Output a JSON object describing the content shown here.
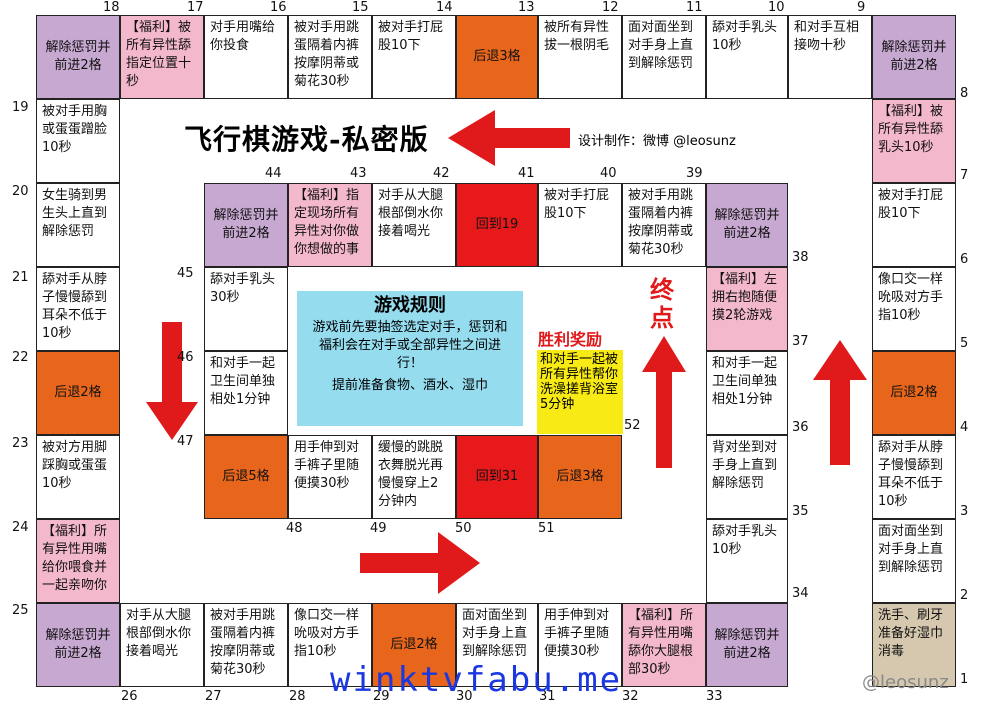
{
  "title": "飞行棋游戏-私密版",
  "designer": "设计制作：微博 @leosunz",
  "rules": {
    "title": "游戏规则",
    "body": "游戏前先要抽签选定对手，惩罚和福利会在对手或全部异性之间进行！",
    "foot": "提前准备食物、酒水、湿巾"
  },
  "victory": {
    "title": "胜利奖励",
    "text": "和对手一起被所有异性帮你洗澡搓背浴室5分钟"
  },
  "end_label": "终点",
  "watermark": "winktvfabu.me",
  "weibo": "@leosunz",
  "colors": {
    "punish": "#c6a8d0",
    "bonus": "#f4b8cc",
    "orange": "#e8661c",
    "red": "#e8191b",
    "rules": "#96dcef",
    "win": "#f8ea14",
    "arrow": "#e0191b"
  },
  "numbers": {
    "n1": "1",
    "n2": "2",
    "n3": "3",
    "n4": "4",
    "n5": "5",
    "n6": "6",
    "n7": "7",
    "n8": "8",
    "n9": "9",
    "n10": "10",
    "n11": "11",
    "n12": "12",
    "n13": "13",
    "n14": "14",
    "n15": "15",
    "n16": "16",
    "n17": "17",
    "n18": "18",
    "n19": "19",
    "n20": "20",
    "n21": "21",
    "n22": "22",
    "n23": "23",
    "n24": "24",
    "n25": "25",
    "n26": "26",
    "n27": "27",
    "n28": "28",
    "n29": "29",
    "n30": "30",
    "n31": "31",
    "n32": "32",
    "n33": "33",
    "n34": "34",
    "n35": "35",
    "n36": "36",
    "n37": "37",
    "n38": "38",
    "n39": "39",
    "n40": "40",
    "n41": "41",
    "n42": "42",
    "n43": "43",
    "n44": "44",
    "n45": "45",
    "n46": "46",
    "n47": "47",
    "n48": "48",
    "n49": "49",
    "n50": "50",
    "n51": "51",
    "n52": "52"
  },
  "cells": {
    "c1": "洗手、刷牙准备好湿巾消毒",
    "c2": "面对面坐到对手身上直到解除惩罚",
    "c3": "舔对手从脖子慢慢舔到耳朵不低于10秒",
    "c4": "后退2格",
    "c5": "像口交一样吮吸对方手指10秒",
    "c6": "被对手打屁股10下",
    "c7": "【福利】被所有异性舔乳头10秒",
    "c8": "解除惩罚并前进2格",
    "c9": "和对手互相接吻十秒",
    "c10": "舔对手乳头10秒",
    "c11": "面对面坐到对手身上直到解除惩罚",
    "c12": "被所有异性拔一根阴毛",
    "c13": "后退3格",
    "c14": "被对手打屁股10下",
    "c15": "被对手用跳蛋隔着内裤按摩阴蒂或菊花30秒",
    "c16": "对手用嘴给你投食",
    "c17": "【福利】被所有异性舔指定位置十秒",
    "c18": "解除惩罚并前进2格",
    "c19": "被对手用胸或蛋蛋蹭脸10秒",
    "c20": "女生骑到男生头上直到解除惩罚",
    "c21": "舔对手从脖子慢慢舔到耳朵不低于10秒",
    "c22": "后退2格",
    "c23": "被对方用脚踩胸或蛋蛋10秒",
    "c24": "【福利】所有异性用嘴给你喂食并一起亲吻你",
    "c25": "解除惩罚并前进2格",
    "c26": "对手从大腿根部倒水你接着喝光",
    "c27": "被对手用跳蛋隔着内裤按摩阴蒂或菊花30秒",
    "c28": "像口交一样吮吸对方手指10秒",
    "c29": "后退2格",
    "c30": "面对面坐到对手身上直到解除惩罚",
    "c31": "用手伸到对手裤子里随便摸30秒",
    "c32": "【福利】所有异性用嘴舔你大腿根部30秒",
    "c33": "解除惩罚并前进2格",
    "c34": "舔对手乳头10秒",
    "c35": "背对坐到对手身上直到解除惩罚",
    "c36": "和对手一起卫生间单独相处1分钟",
    "c37": "【福利】左拥右抱随便摸2轮游戏",
    "c38": "解除惩罚并前进2格",
    "c39": "被对手用跳蛋隔着内裤按摩阴蒂或菊花30秒",
    "c40": "被对手打屁股10下",
    "c41": "回到19",
    "c42": "对手从大腿根部倒水你接着喝光",
    "c43": "【福利】指定现场所有异性对你做你想做的事",
    "c44": "解除惩罚并前进2格",
    "c45": "舔对手乳头30秒",
    "c46": "和对手一起卫生间单独相处1分钟",
    "c47": "后退5格",
    "c48": "用手伸到对手裤子里随便摸30秒",
    "c49": "缓慢的跳脱衣舞脱光再慢慢穿上2分钟内",
    "c50": "回到31",
    "c51": "后退3格"
  }
}
